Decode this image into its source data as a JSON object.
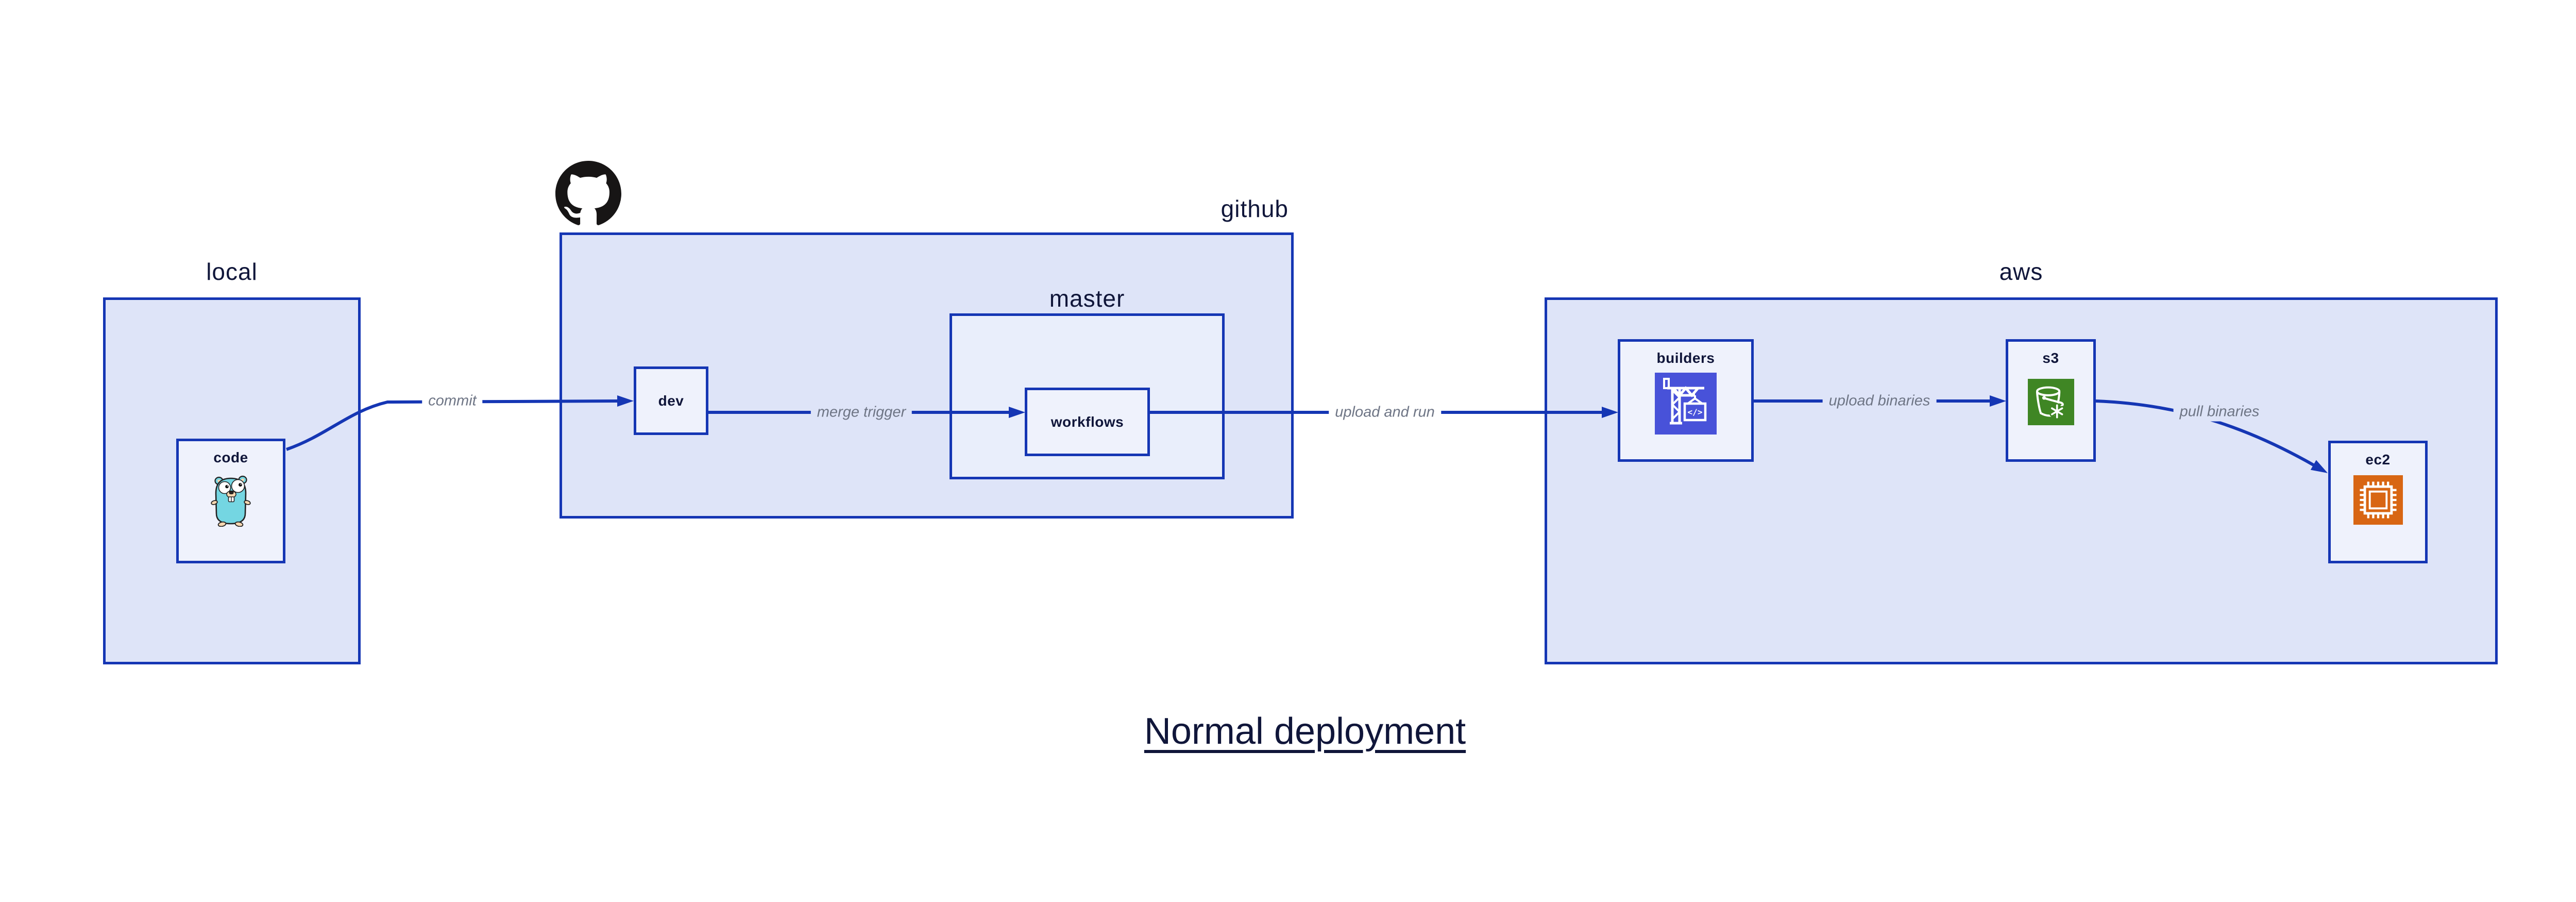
{
  "title": {
    "text": "Normal deployment"
  },
  "containers": {
    "local": {
      "label": "local"
    },
    "github": {
      "label": "github"
    },
    "master": {
      "label": "master"
    },
    "aws": {
      "label": "aws"
    }
  },
  "nodes": {
    "code": {
      "label": "code",
      "icon": "go-gopher"
    },
    "dev": {
      "label": "dev"
    },
    "workflows": {
      "label": "workflows"
    },
    "builders": {
      "label": "builders",
      "icon": "codebuild-crane",
      "icon_text": "</>"
    },
    "s3": {
      "label": "s3",
      "icon": "s3-glacier-bucket"
    },
    "ec2": {
      "label": "ec2",
      "icon": "ec2-chip"
    }
  },
  "edges": {
    "commit": {
      "label": "commit"
    },
    "merge_trigger": {
      "label": "merge trigger"
    },
    "upload_and_run": {
      "label": "upload and run"
    },
    "upload_binaries": {
      "label": "upload binaries"
    },
    "pull_binaries": {
      "label": "pull binaries"
    }
  },
  "colors": {
    "border_blue": "#1536b4",
    "container_fill": "#dee4f8",
    "node_fill": "#eff2fc",
    "text_navy": "#10163a",
    "edge_label_gray": "#6e7585",
    "codebuild_indigo": "#4852d9",
    "s3_green": "#3f8624",
    "ec2_orange": "#d86613",
    "octocat_black": "#171515",
    "gopher_teal": "#74d6e2"
  }
}
